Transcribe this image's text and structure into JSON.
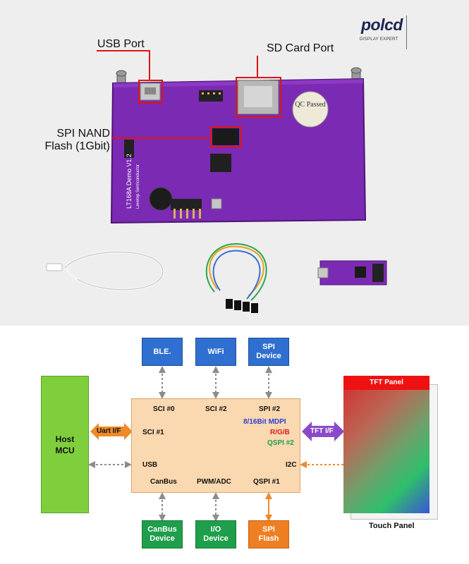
{
  "photo": {
    "logo": {
      "name": "polcd",
      "tagline": "DISPLAY EXPERT"
    },
    "callouts": {
      "usb": "USB Port",
      "sd": "SD Card Port",
      "spi_nand": [
        "SPI NAND",
        "Flash (1Gbit)"
      ]
    },
    "board_text": {
      "model": "LT168A Demo V1.2",
      "maker": "Levetop Semiconductor",
      "qc": "QC Passed"
    }
  },
  "diagram": {
    "host": [
      "Host",
      "MCU"
    ],
    "top_blocks": [
      {
        "label": [
          "BLE."
        ],
        "color": "blue"
      },
      {
        "label": [
          "WiFi"
        ],
        "color": "blue"
      },
      {
        "label": [
          "SPI",
          "Device"
        ],
        "color": "blue"
      }
    ],
    "bottom_blocks": [
      {
        "label": [
          "CanBus",
          "Device"
        ],
        "color": "green"
      },
      {
        "label": [
          "I/O",
          "Device"
        ],
        "color": "green"
      },
      {
        "label": [
          "SPI",
          "Flash"
        ],
        "color": "orange"
      }
    ],
    "core_labels": {
      "sci0": "SCI #0",
      "sci2": "SCI #2",
      "spi2": "SPI #2",
      "sci1": "SCI #1",
      "usb": "USB",
      "i2c": "I2C",
      "canbus": "CanBus",
      "pwm": "PWM/ADC",
      "qspi1": "QSPI #1",
      "mdpi": "8/16Bit MDPI",
      "rgb": "R/G/B",
      "qspi2": "QSPI #2"
    },
    "interfaces": {
      "uart": "Uart I/F",
      "tft_if": "TFT I/F"
    },
    "tft_panel": "TFT Panel",
    "touch_panel": "Touch Panel",
    "colors": {
      "mdpi": "#2b3fd6",
      "rgb": "#e01a1a",
      "qspi2": "#1f9e4b",
      "board": "#7b2ab3",
      "uart_arrow": "#ee8a2a",
      "tft_arrow": "#8a4ac8"
    }
  }
}
